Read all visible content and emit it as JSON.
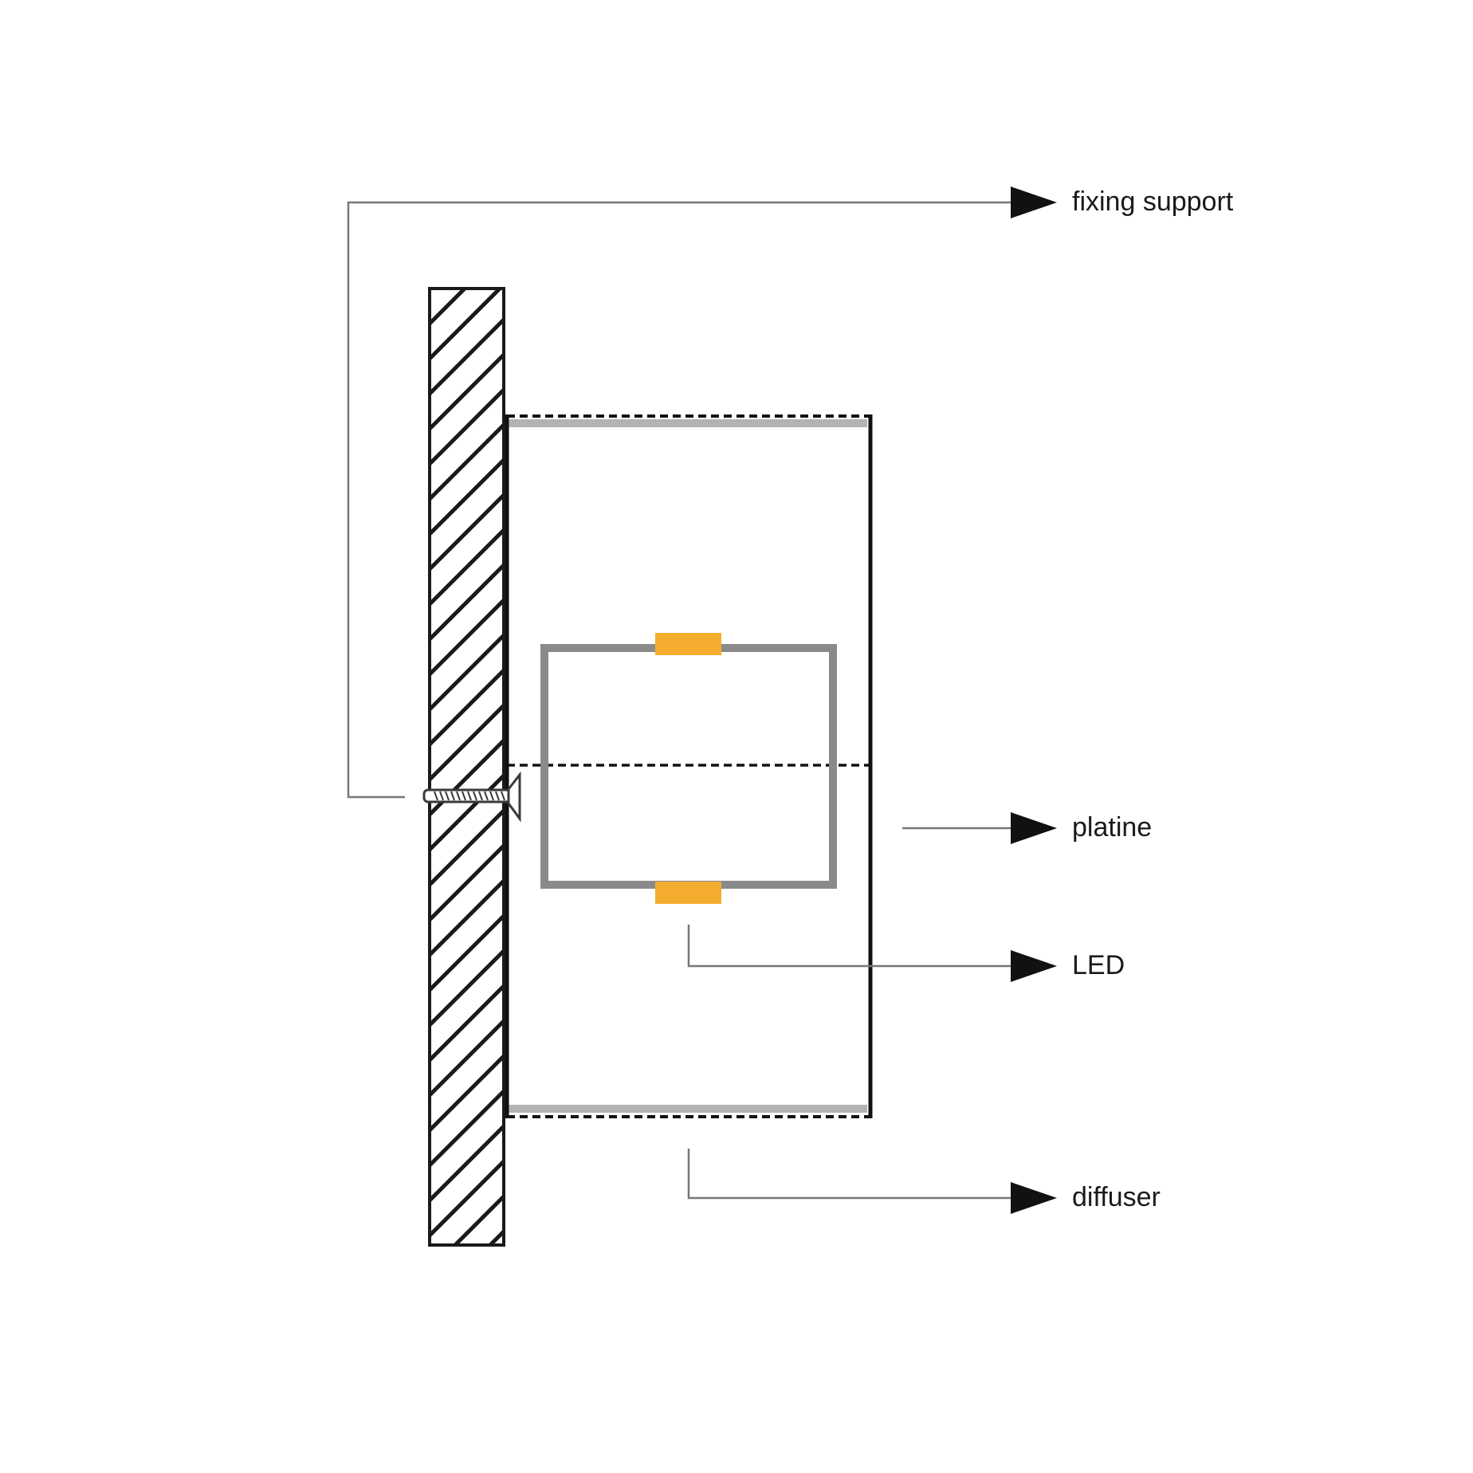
{
  "labels": {
    "fixing_support": "fixing support",
    "platine": "platine",
    "led": "LED",
    "diffuser": "diffuser"
  },
  "colors": {
    "background": "#ffffff",
    "wall_outline": "#1a1a1a",
    "hatch": "#1a1a1a",
    "housing_outline": "#111111",
    "diffuser_grey": "#b3b3b3",
    "platine_grey": "#8a8a8a",
    "led_orange": "#f5ad2f",
    "leader_line": "#777777",
    "arrow_fill": "#111111",
    "screw_dark": "#3a3a3a"
  }
}
